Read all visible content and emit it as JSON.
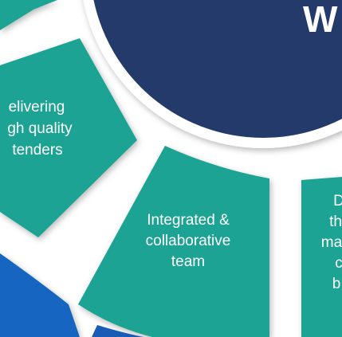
{
  "hub": {
    "title_fragment": "W",
    "fill_color": "#233a6b",
    "ring_color": "#ffffff"
  },
  "segments": {
    "delivering": {
      "lines": [
        "elivering",
        "gh quality",
        "tenders"
      ],
      "color": "#1aa393"
    },
    "integrated": {
      "lines": [
        "Integrated &",
        "collaborative",
        "team"
      ],
      "color": "#1aa393"
    },
    "right": {
      "lines": [
        "D",
        "th",
        "ma",
        "c",
        "b"
      ],
      "color": "#1aa393"
    },
    "top_left": {
      "color": "#1aa393"
    }
  },
  "outer_ring": {
    "left_color": "#1565c0",
    "bottom_color": "#1a5bb5"
  }
}
